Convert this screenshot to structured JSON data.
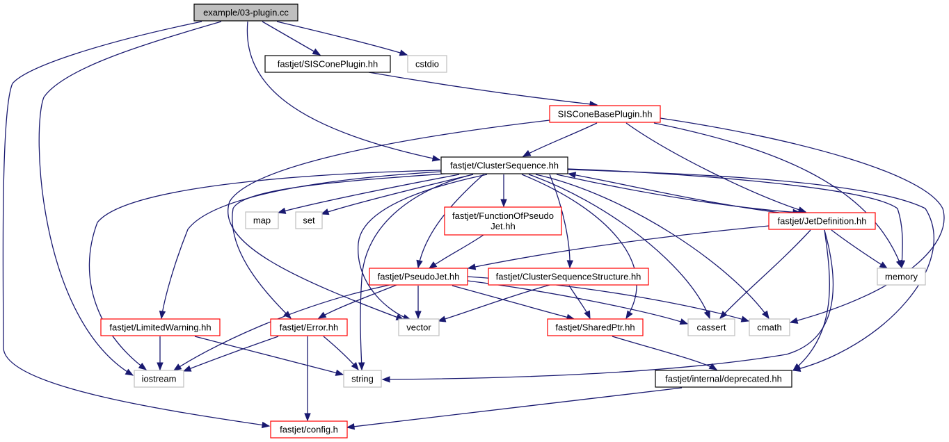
{
  "colors": {
    "edge": "#191970",
    "border_red": "#ff0000",
    "border_black": "#000000",
    "border_grey": "#bfbfbf",
    "fill_current": "#bfbfbf",
    "fill_default": "#ffffff"
  },
  "nodes": [
    {
      "id": "root",
      "lines": [
        "example/03-plugin.cc"
      ],
      "style": "current"
    },
    {
      "id": "siscone_plugin",
      "lines": [
        "fastjet/SISConePlugin.hh"
      ],
      "style": "black"
    },
    {
      "id": "cstdio",
      "lines": [
        "cstdio"
      ],
      "style": "grey"
    },
    {
      "id": "siscone_base",
      "lines": [
        "SISConeBasePlugin.hh"
      ],
      "style": "red"
    },
    {
      "id": "cluster_seq",
      "lines": [
        "fastjet/ClusterSequence.hh"
      ],
      "style": "black"
    },
    {
      "id": "map",
      "lines": [
        "map"
      ],
      "style": "grey"
    },
    {
      "id": "set",
      "lines": [
        "set"
      ],
      "style": "grey"
    },
    {
      "id": "function_of_pj",
      "lines": [
        "fastjet/FunctionOfPseudo",
        "Jet.hh"
      ],
      "style": "red"
    },
    {
      "id": "jet_def",
      "lines": [
        "fastjet/JetDefinition.hh"
      ],
      "style": "red"
    },
    {
      "id": "pseudojet",
      "lines": [
        "fastjet/PseudoJet.hh"
      ],
      "style": "red"
    },
    {
      "id": "cs_structure",
      "lines": [
        "fastjet/ClusterSequenceStructure.hh"
      ],
      "style": "red"
    },
    {
      "id": "memory",
      "lines": [
        "memory"
      ],
      "style": "grey"
    },
    {
      "id": "limited_warning",
      "lines": [
        "fastjet/LimitedWarning.hh"
      ],
      "style": "red"
    },
    {
      "id": "error",
      "lines": [
        "fastjet/Error.hh"
      ],
      "style": "red"
    },
    {
      "id": "vector",
      "lines": [
        "vector"
      ],
      "style": "grey"
    },
    {
      "id": "shared_ptr",
      "lines": [
        "fastjet/SharedPtr.hh"
      ],
      "style": "red"
    },
    {
      "id": "cassert",
      "lines": [
        "cassert"
      ],
      "style": "grey"
    },
    {
      "id": "cmath",
      "lines": [
        "cmath"
      ],
      "style": "grey"
    },
    {
      "id": "iostream",
      "lines": [
        "iostream"
      ],
      "style": "grey"
    },
    {
      "id": "string",
      "lines": [
        "string"
      ],
      "style": "grey"
    },
    {
      "id": "deprecated",
      "lines": [
        "fastjet/internal/deprecated.hh"
      ],
      "style": "black"
    },
    {
      "id": "config",
      "lines": [
        "fastjet/config.h"
      ],
      "style": "red"
    }
  ],
  "edges": [
    {
      "from": "root",
      "to": "siscone_plugin"
    },
    {
      "from": "root",
      "to": "cstdio"
    },
    {
      "from": "root",
      "to": "cluster_seq"
    },
    {
      "from": "root",
      "to": "iostream"
    },
    {
      "from": "root",
      "to": "config"
    },
    {
      "from": "siscone_plugin",
      "to": "siscone_base"
    },
    {
      "from": "siscone_base",
      "to": "cluster_seq"
    },
    {
      "from": "siscone_base",
      "to": "jet_def"
    },
    {
      "from": "siscone_base",
      "to": "vector"
    },
    {
      "from": "siscone_base",
      "to": "memory"
    },
    {
      "from": "siscone_base",
      "to": "cmath"
    },
    {
      "from": "cluster_seq",
      "to": "map"
    },
    {
      "from": "cluster_seq",
      "to": "set"
    },
    {
      "from": "cluster_seq",
      "to": "function_of_pj"
    },
    {
      "from": "cluster_seq",
      "to": "jet_def"
    },
    {
      "from": "cluster_seq",
      "to": "pseudojet"
    },
    {
      "from": "cluster_seq",
      "to": "cs_structure"
    },
    {
      "from": "cluster_seq",
      "to": "memory"
    },
    {
      "from": "cluster_seq",
      "to": "limited_warning"
    },
    {
      "from": "cluster_seq",
      "to": "error"
    },
    {
      "from": "cluster_seq",
      "to": "vector"
    },
    {
      "from": "cluster_seq",
      "to": "shared_ptr"
    },
    {
      "from": "cluster_seq",
      "to": "cassert"
    },
    {
      "from": "cluster_seq",
      "to": "cmath"
    },
    {
      "from": "cluster_seq",
      "to": "iostream"
    },
    {
      "from": "cluster_seq",
      "to": "string"
    },
    {
      "from": "cluster_seq",
      "to": "deprecated"
    },
    {
      "from": "function_of_pj",
      "to": "pseudojet"
    },
    {
      "from": "jet_def",
      "to": "cluster_seq"
    },
    {
      "from": "jet_def",
      "to": "pseudojet"
    },
    {
      "from": "jet_def",
      "to": "memory"
    },
    {
      "from": "jet_def",
      "to": "cassert"
    },
    {
      "from": "jet_def",
      "to": "string"
    },
    {
      "from": "jet_def",
      "to": "deprecated"
    },
    {
      "from": "pseudojet",
      "to": "error"
    },
    {
      "from": "pseudojet",
      "to": "vector"
    },
    {
      "from": "pseudojet",
      "to": "shared_ptr"
    },
    {
      "from": "pseudojet",
      "to": "cassert"
    },
    {
      "from": "pseudojet",
      "to": "cmath"
    },
    {
      "from": "pseudojet",
      "to": "iostream"
    },
    {
      "from": "cs_structure",
      "to": "vector"
    },
    {
      "from": "cs_structure",
      "to": "shared_ptr"
    },
    {
      "from": "limited_warning",
      "to": "iostream"
    },
    {
      "from": "limited_warning",
      "to": "string"
    },
    {
      "from": "error",
      "to": "iostream"
    },
    {
      "from": "error",
      "to": "string"
    },
    {
      "from": "error",
      "to": "config"
    },
    {
      "from": "shared_ptr",
      "to": "deprecated"
    },
    {
      "from": "deprecated",
      "to": "config"
    }
  ]
}
